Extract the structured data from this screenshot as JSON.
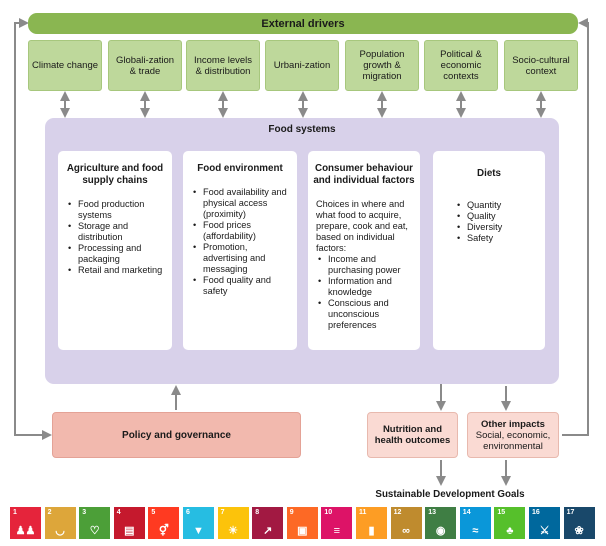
{
  "external_drivers": {
    "title": "External drivers",
    "items": [
      {
        "label": "Climate change"
      },
      {
        "label": "Globali-zation & trade"
      },
      {
        "label": "Income levels & distribution"
      },
      {
        "label": "Urbani-zation"
      },
      {
        "label": "Population growth & migration"
      },
      {
        "label": "Political & economic contexts"
      },
      {
        "label": "Socio-cultural context"
      }
    ]
  },
  "food_systems": {
    "title": "Food systems",
    "cards": [
      {
        "title": "Agriculture and food supply chains",
        "items": [
          "Food production systems",
          "Storage and distribution",
          "Processing and packaging",
          "Retail and marketing"
        ]
      },
      {
        "title": "Food environment",
        "items": [
          "Food availability and physical access (proximity)",
          "Food prices (affordability)",
          "Promotion, advertising and messaging",
          "Food quality and safety"
        ]
      },
      {
        "title": "Consumer behaviour and individual factors",
        "intro": "Choices in where and what food to acquire, prepare, cook and eat, based on individual factors:",
        "items": [
          "Income and purchasing power",
          "Information and knowledge",
          "Conscious and unconscious preferences"
        ]
      },
      {
        "title": "Diets",
        "items": [
          "Quantity",
          "Quality",
          "Diversity",
          "Safety"
        ]
      }
    ]
  },
  "policy": {
    "label": "Policy and governance"
  },
  "nutrition": {
    "title": "Nutrition and health outcomes"
  },
  "other_impacts": {
    "title": "Other impacts",
    "subtitle": "Social, economic, environmental"
  },
  "sdg": {
    "title": "Sustainable Development Goals",
    "goals": [
      {
        "num": "1",
        "color": "#e5243b",
        "icon": "people-icon"
      },
      {
        "num": "2",
        "color": "#dda63a",
        "icon": "bowl-icon"
      },
      {
        "num": "3",
        "color": "#4c9f38",
        "icon": "heartbeat-icon"
      },
      {
        "num": "4",
        "color": "#c5192d",
        "icon": "book-icon"
      },
      {
        "num": "5",
        "color": "#ff3a21",
        "icon": "gender-icon"
      },
      {
        "num": "6",
        "color": "#26bde2",
        "icon": "water-icon"
      },
      {
        "num": "7",
        "color": "#fcc30b",
        "icon": "sun-icon"
      },
      {
        "num": "8",
        "color": "#a21942",
        "icon": "growth-chart-icon"
      },
      {
        "num": "9",
        "color": "#fd6925",
        "icon": "cubes-icon"
      },
      {
        "num": "10",
        "color": "#dd1367",
        "icon": "equality-icon"
      },
      {
        "num": "11",
        "color": "#fd9d24",
        "icon": "city-icon"
      },
      {
        "num": "12",
        "color": "#bf8b2e",
        "icon": "infinity-icon"
      },
      {
        "num": "13",
        "color": "#3f7e44",
        "icon": "eye-globe-icon"
      },
      {
        "num": "14",
        "color": "#0a97d9",
        "icon": "fish-icon"
      },
      {
        "num": "15",
        "color": "#56c02b",
        "icon": "tree-icon"
      },
      {
        "num": "16",
        "color": "#00689d",
        "icon": "dove-icon"
      },
      {
        "num": "17",
        "color": "#19486a",
        "icon": "flower-icon"
      }
    ]
  },
  "colors": {
    "drivers_banner": "#8ab651",
    "driver_box": "#bed89b",
    "food_systems_bg": "#d8d1ea",
    "policy_box": "#f2b9ae",
    "outcome_box": "#fadad3",
    "arrow": "#8a8a8a"
  }
}
